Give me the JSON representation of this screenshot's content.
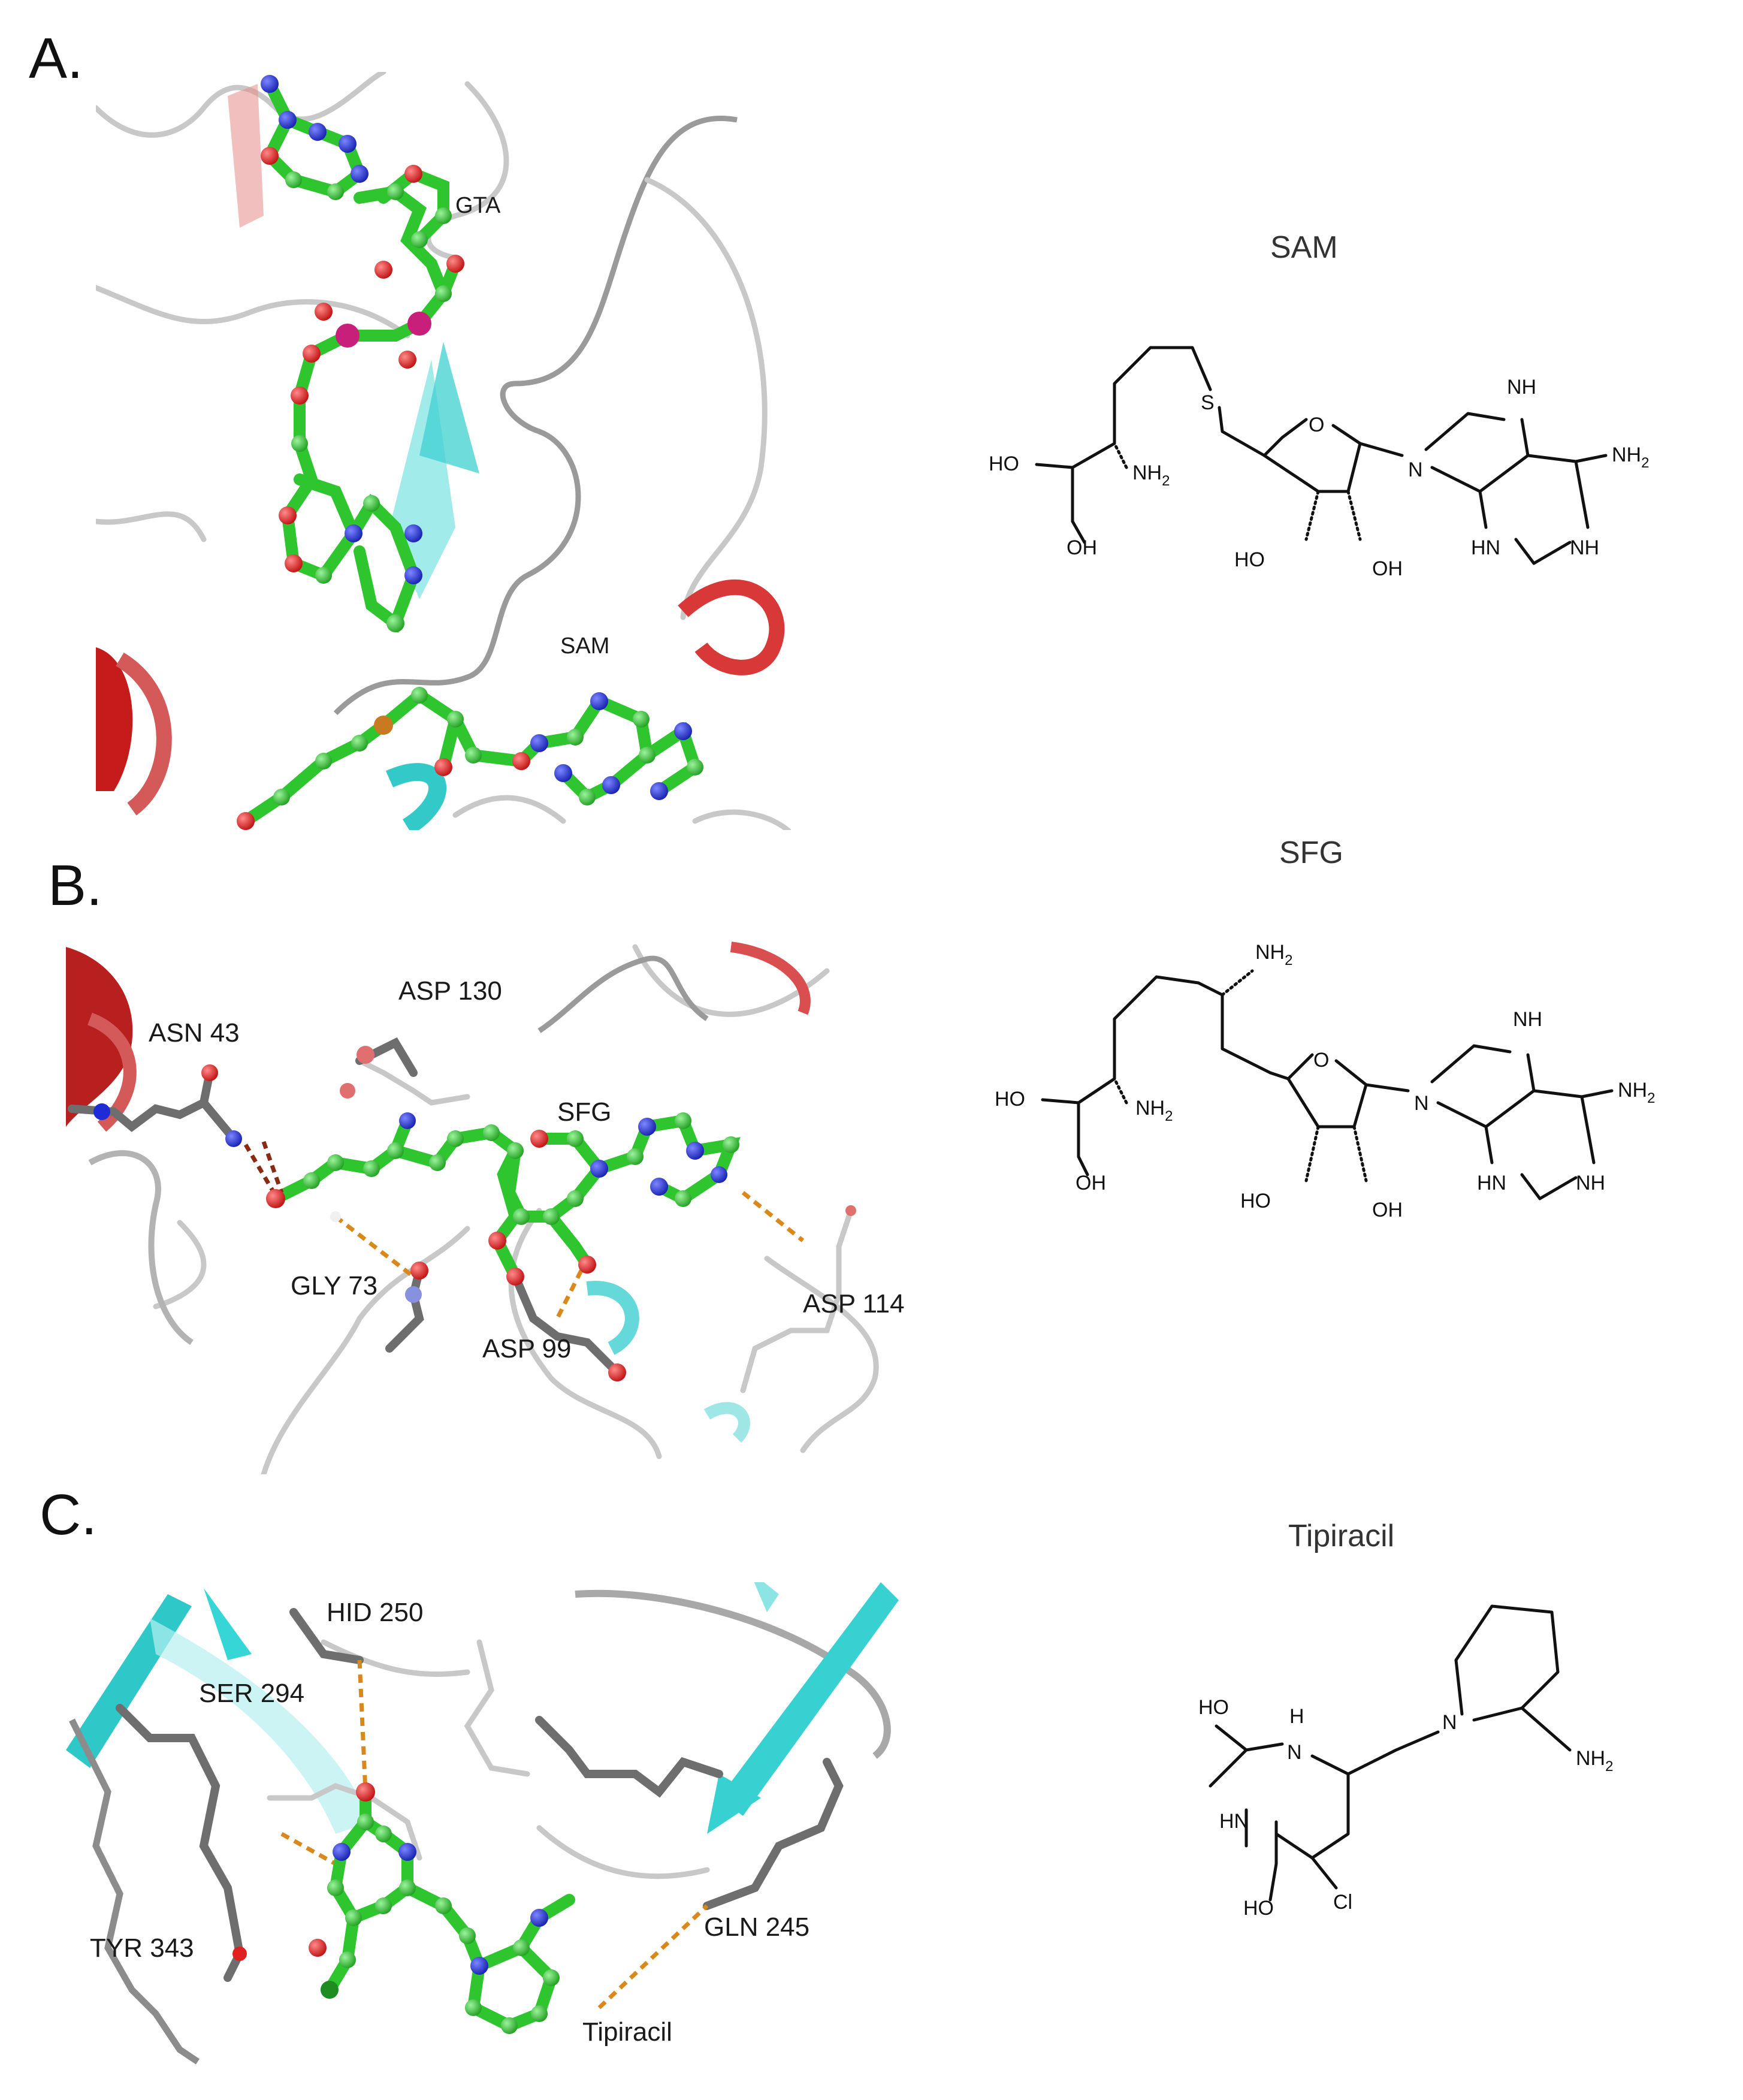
{
  "panels": [
    {
      "id": "A",
      "label": "A.",
      "residue_labels": [
        "GTA",
        "SAM"
      ],
      "molecule_title": "SAM"
    },
    {
      "id": "B",
      "label": "B.",
      "residue_labels": [
        "ASN 43",
        "ASP 130",
        "SFG",
        "GLY 73",
        "ASP 99",
        "ASP 114"
      ],
      "molecule_title": "SFG"
    },
    {
      "id": "C",
      "label": "C.",
      "residue_labels": [
        "HID 250",
        "SER 294",
        "TYR 343",
        "GLN 245",
        "Tipiracil"
      ],
      "molecule_title": "Tipiracil"
    }
  ],
  "atom_labels": {
    "sam": {
      "s": "S",
      "o_ring": "O",
      "nh_top": "NH",
      "nh2_right": "NH",
      "nh2_right_sub": "2",
      "n_ring": "N",
      "hn_bottom": "HN",
      "nh_bottom": "NH",
      "ho_left": "HO",
      "nh2_left": "NH",
      "nh2_left_sub": "2",
      "oh_left": "OH",
      "ho_sugar": "HO",
      "oh_sugar": "OH"
    },
    "sfg": {
      "nh2_top": "NH",
      "nh2_top_sub": "2",
      "o_ring": "O",
      "nh_top": "NH",
      "nh2_right": "NH",
      "nh2_right_sub": "2",
      "n_ring": "N",
      "hn_bottom": "HN",
      "nh_bottom": "NH",
      "ho_left": "HO",
      "nh2_left": "NH",
      "nh2_left_sub": "2",
      "oh_left": "OH",
      "ho_sugar": "HO",
      "oh_sugar": "OH"
    },
    "tipiracil": {
      "ho_top": "HO",
      "h": "H",
      "n_ring_top": "N",
      "hn": "HN",
      "n_pyr": "N",
      "nh2": "NH",
      "nh2_sub": "2",
      "ho_bottom": "HO",
      "cl": "Cl"
    }
  },
  "colors": {
    "carbon_ligand": "#2ec52e",
    "oxygen": "#e02020",
    "nitrogen": "#1f2bd6",
    "phosphorus": "#c8207a",
    "sulfur": "#c87a20",
    "helix": "#d42a2a",
    "sheet": "#36d6d6",
    "coil": "#c8c8c8",
    "hbond": "#d9891b"
  }
}
